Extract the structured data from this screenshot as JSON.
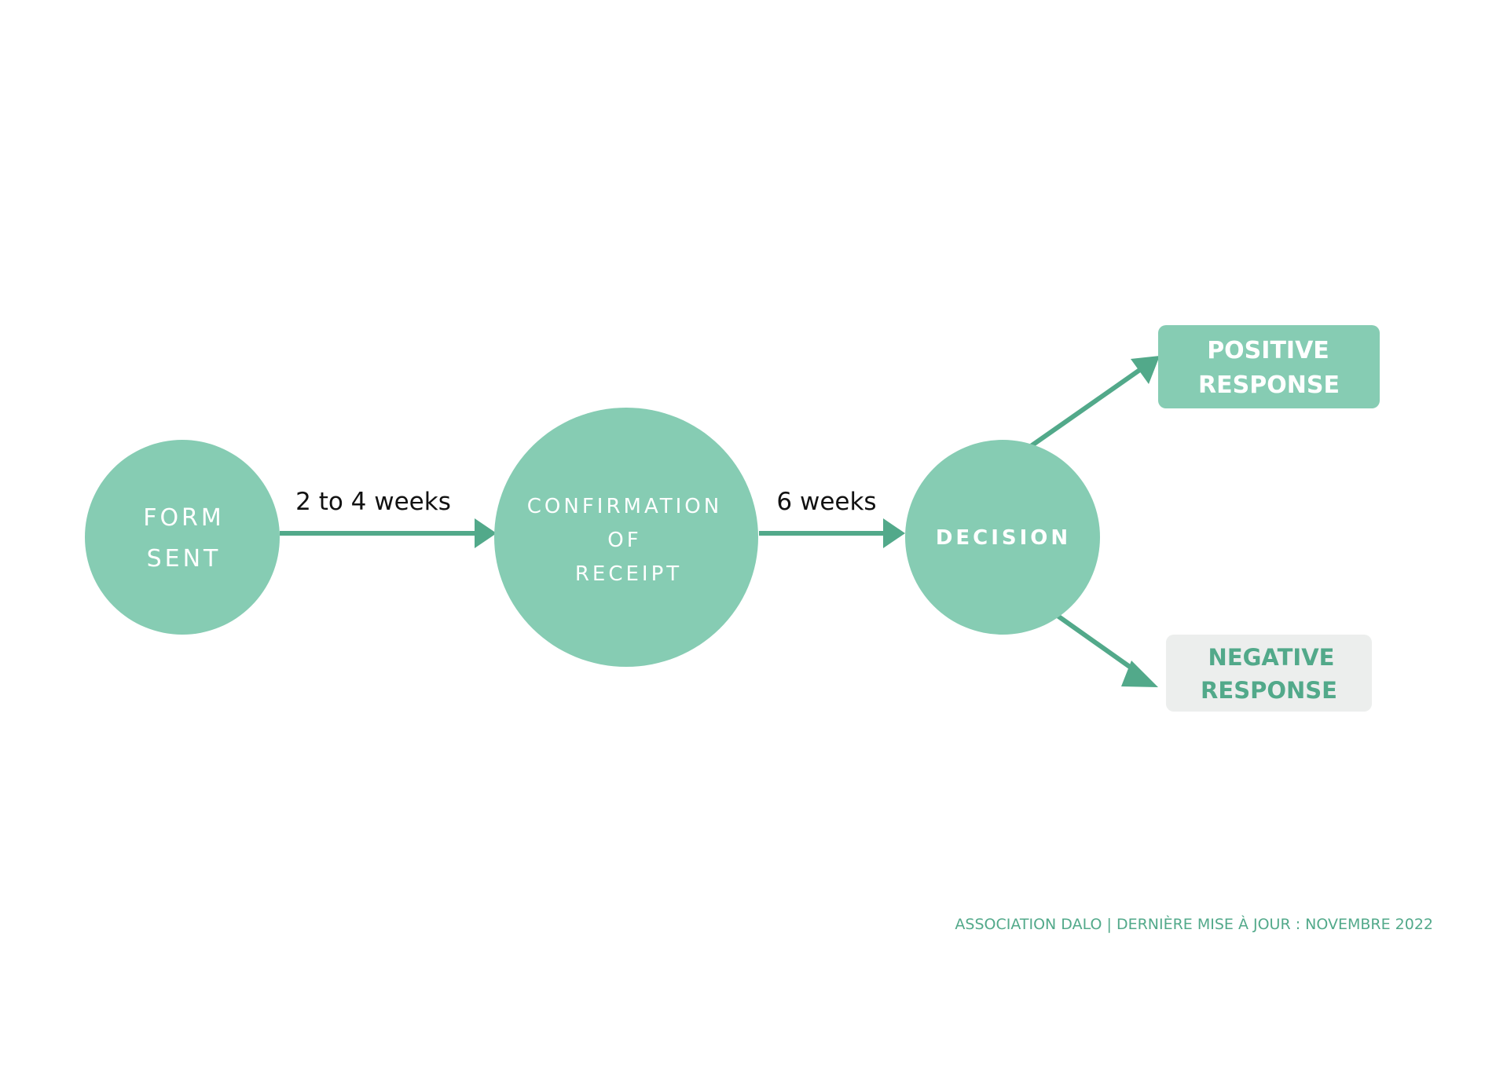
{
  "colors": {
    "node_fill": "#86ccb3",
    "arrow": "#52a98a",
    "negative_box_fill": "#eceeed",
    "label_on_node": "#ffffff",
    "edge_label": "#111111",
    "footer": "#52a98a"
  },
  "nodes": {
    "form_sent": {
      "lines": [
        "FORM",
        "SENT"
      ]
    },
    "confirmation": {
      "lines": [
        "CONFIRMATION",
        "OF",
        "RECEIPT"
      ]
    },
    "decision": {
      "label": "DECISION"
    },
    "positive": {
      "lines": [
        "POSITIVE",
        "RESPONSE"
      ]
    },
    "negative": {
      "lines": [
        "NEGATIVE",
        "RESPONSE"
      ]
    }
  },
  "edges": {
    "form_to_confirmation": "2 to 4 weeks",
    "confirmation_to_decision": "6 weeks"
  },
  "footer": {
    "text": "ASSOCIATION DALO  | DERNIÈRE MISE À JOUR :  NOVEMBRE 2022"
  }
}
